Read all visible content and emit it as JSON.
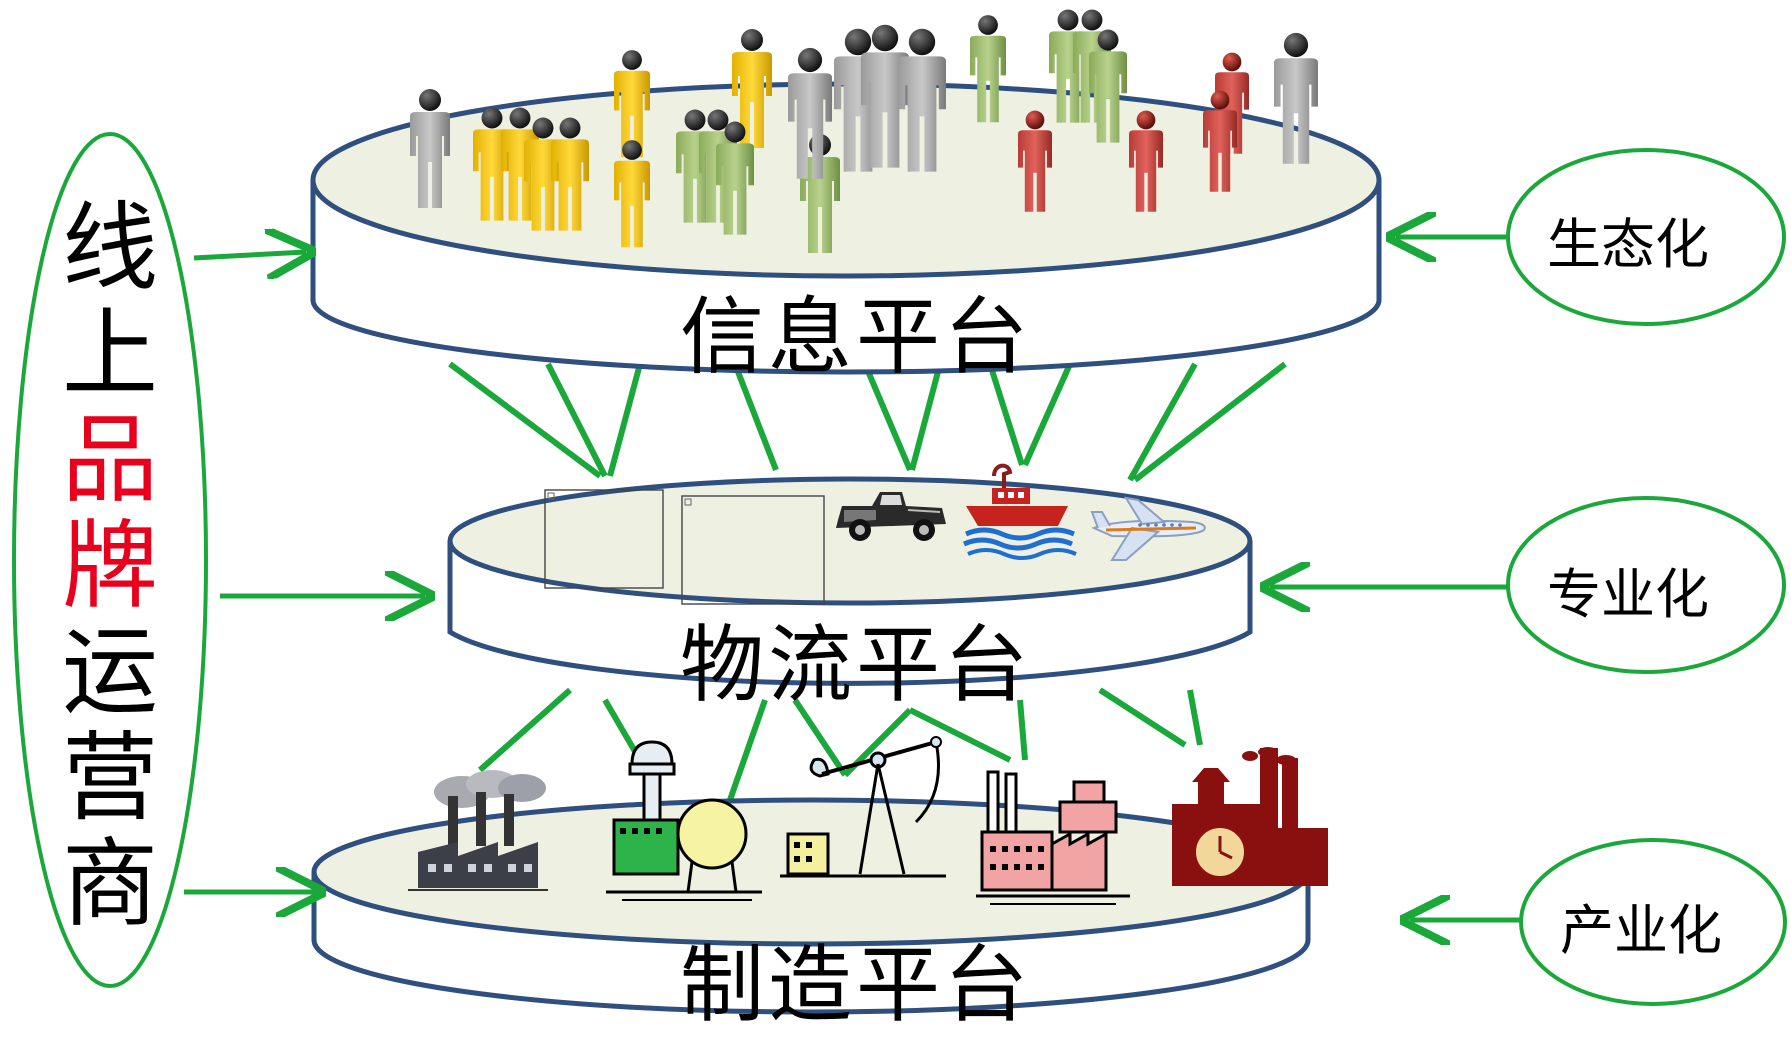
{
  "left_oval": {
    "chars": [
      {
        "text": "线",
        "color": "#000000"
      },
      {
        "text": "上",
        "color": "#000000"
      },
      {
        "text": "品",
        "color": "#e8001c"
      },
      {
        "text": "牌",
        "color": "#e8001c"
      },
      {
        "text": "运",
        "color": "#000000"
      },
      {
        "text": "营",
        "color": "#000000"
      },
      {
        "text": "商",
        "color": "#000000"
      }
    ]
  },
  "platforms": {
    "info": "信息平台",
    "logistics": "物流平台",
    "manufacturing": "制造平台"
  },
  "right_ovals": {
    "top": "生态化",
    "middle": "专业化",
    "bottom": "产业化"
  },
  "colors": {
    "arrow_green": "#1aa83a",
    "oval_stroke": "#1aa83a",
    "disk_stroke": "#2f4f7f",
    "disk_top": "#eef0e2",
    "disk_side": "#ffffff",
    "brand_red": "#e8001c"
  }
}
